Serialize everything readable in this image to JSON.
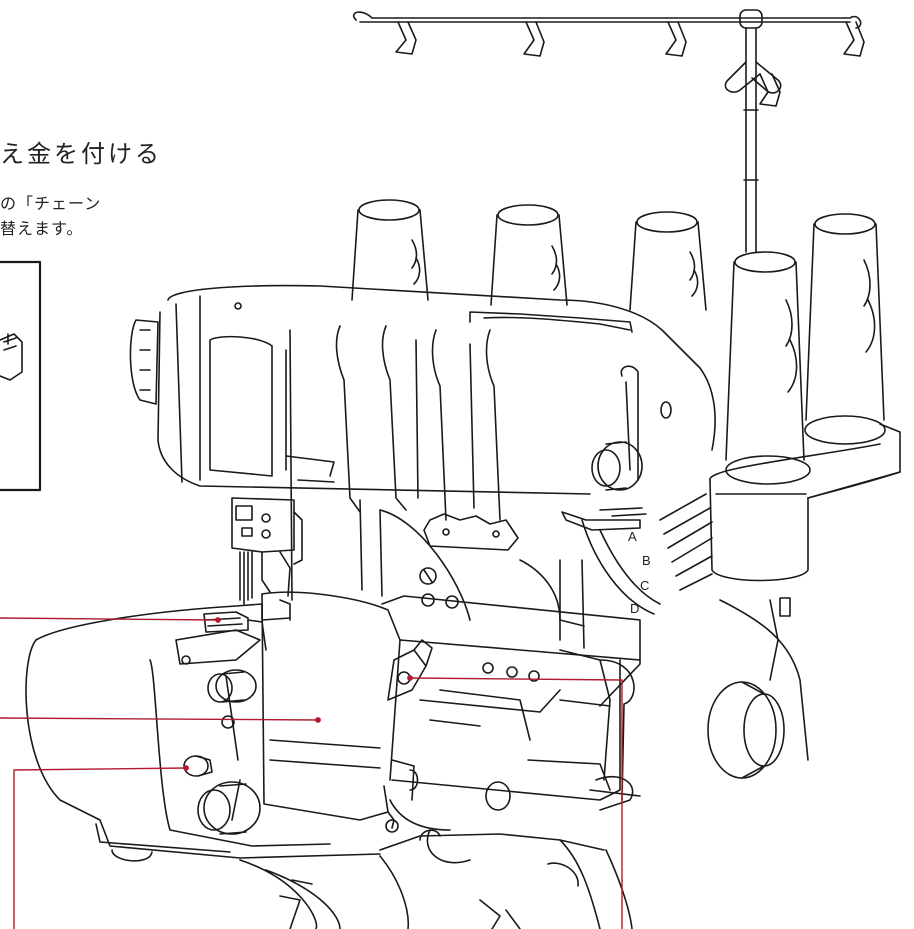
{
  "page": {
    "heading": "え金を付ける",
    "body_line1": "の「チェーン",
    "body_line2": "替えます。"
  },
  "diagram": {
    "subject": "overlock (serger) sewing machine, front view",
    "line_color": "#1a1a1a",
    "leader_color": "#b01c2e",
    "dial_labels": [
      "A",
      "B",
      "C",
      "D"
    ],
    "icon_names": [
      "overlock-machine-icon",
      "thread-cone-icon",
      "thread-stand-icon",
      "handwheel-icon",
      "knob-icon"
    ]
  }
}
